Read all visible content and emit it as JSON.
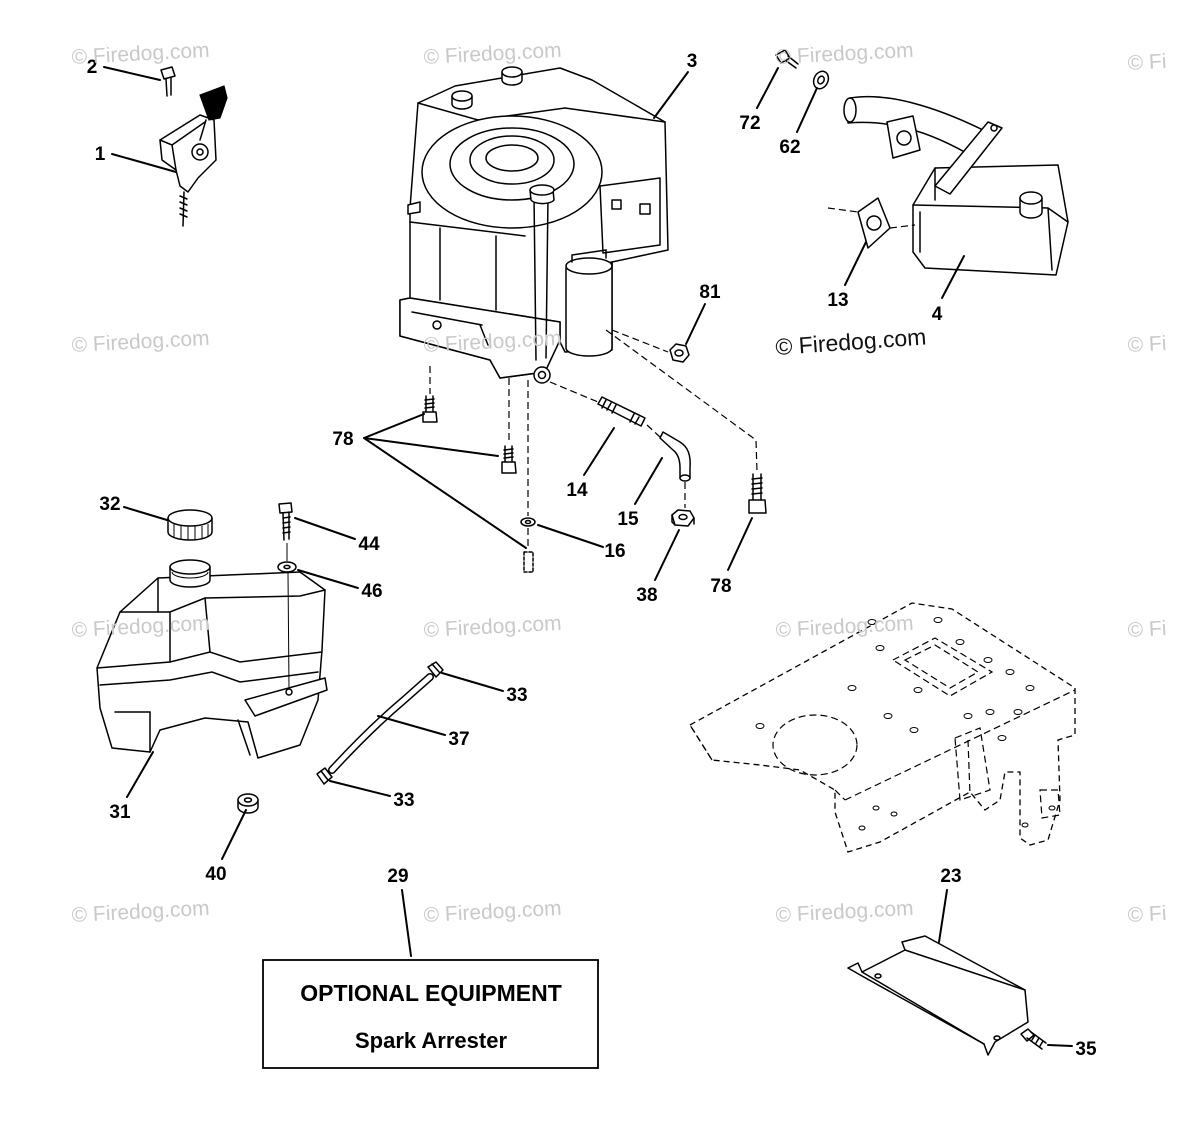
{
  "diagram": {
    "callouts": [
      "2",
      "1",
      "3",
      "72",
      "62",
      "13",
      "4",
      "81",
      "78",
      "14",
      "15",
      "16",
      "38",
      "78",
      "32",
      "44",
      "46",
      "33",
      "37",
      "33",
      "31",
      "40",
      "29",
      "23",
      "35"
    ],
    "watermark": "© Firedog.com",
    "watermark_clipped": "© Fi",
    "optional_equipment": {
      "title": "OPTIONAL EQUIPMENT",
      "subtitle": "Spark Arrester"
    },
    "colors": {
      "line": "#000000",
      "watermark": "#c9c9c9",
      "background": "#ffffff"
    }
  }
}
